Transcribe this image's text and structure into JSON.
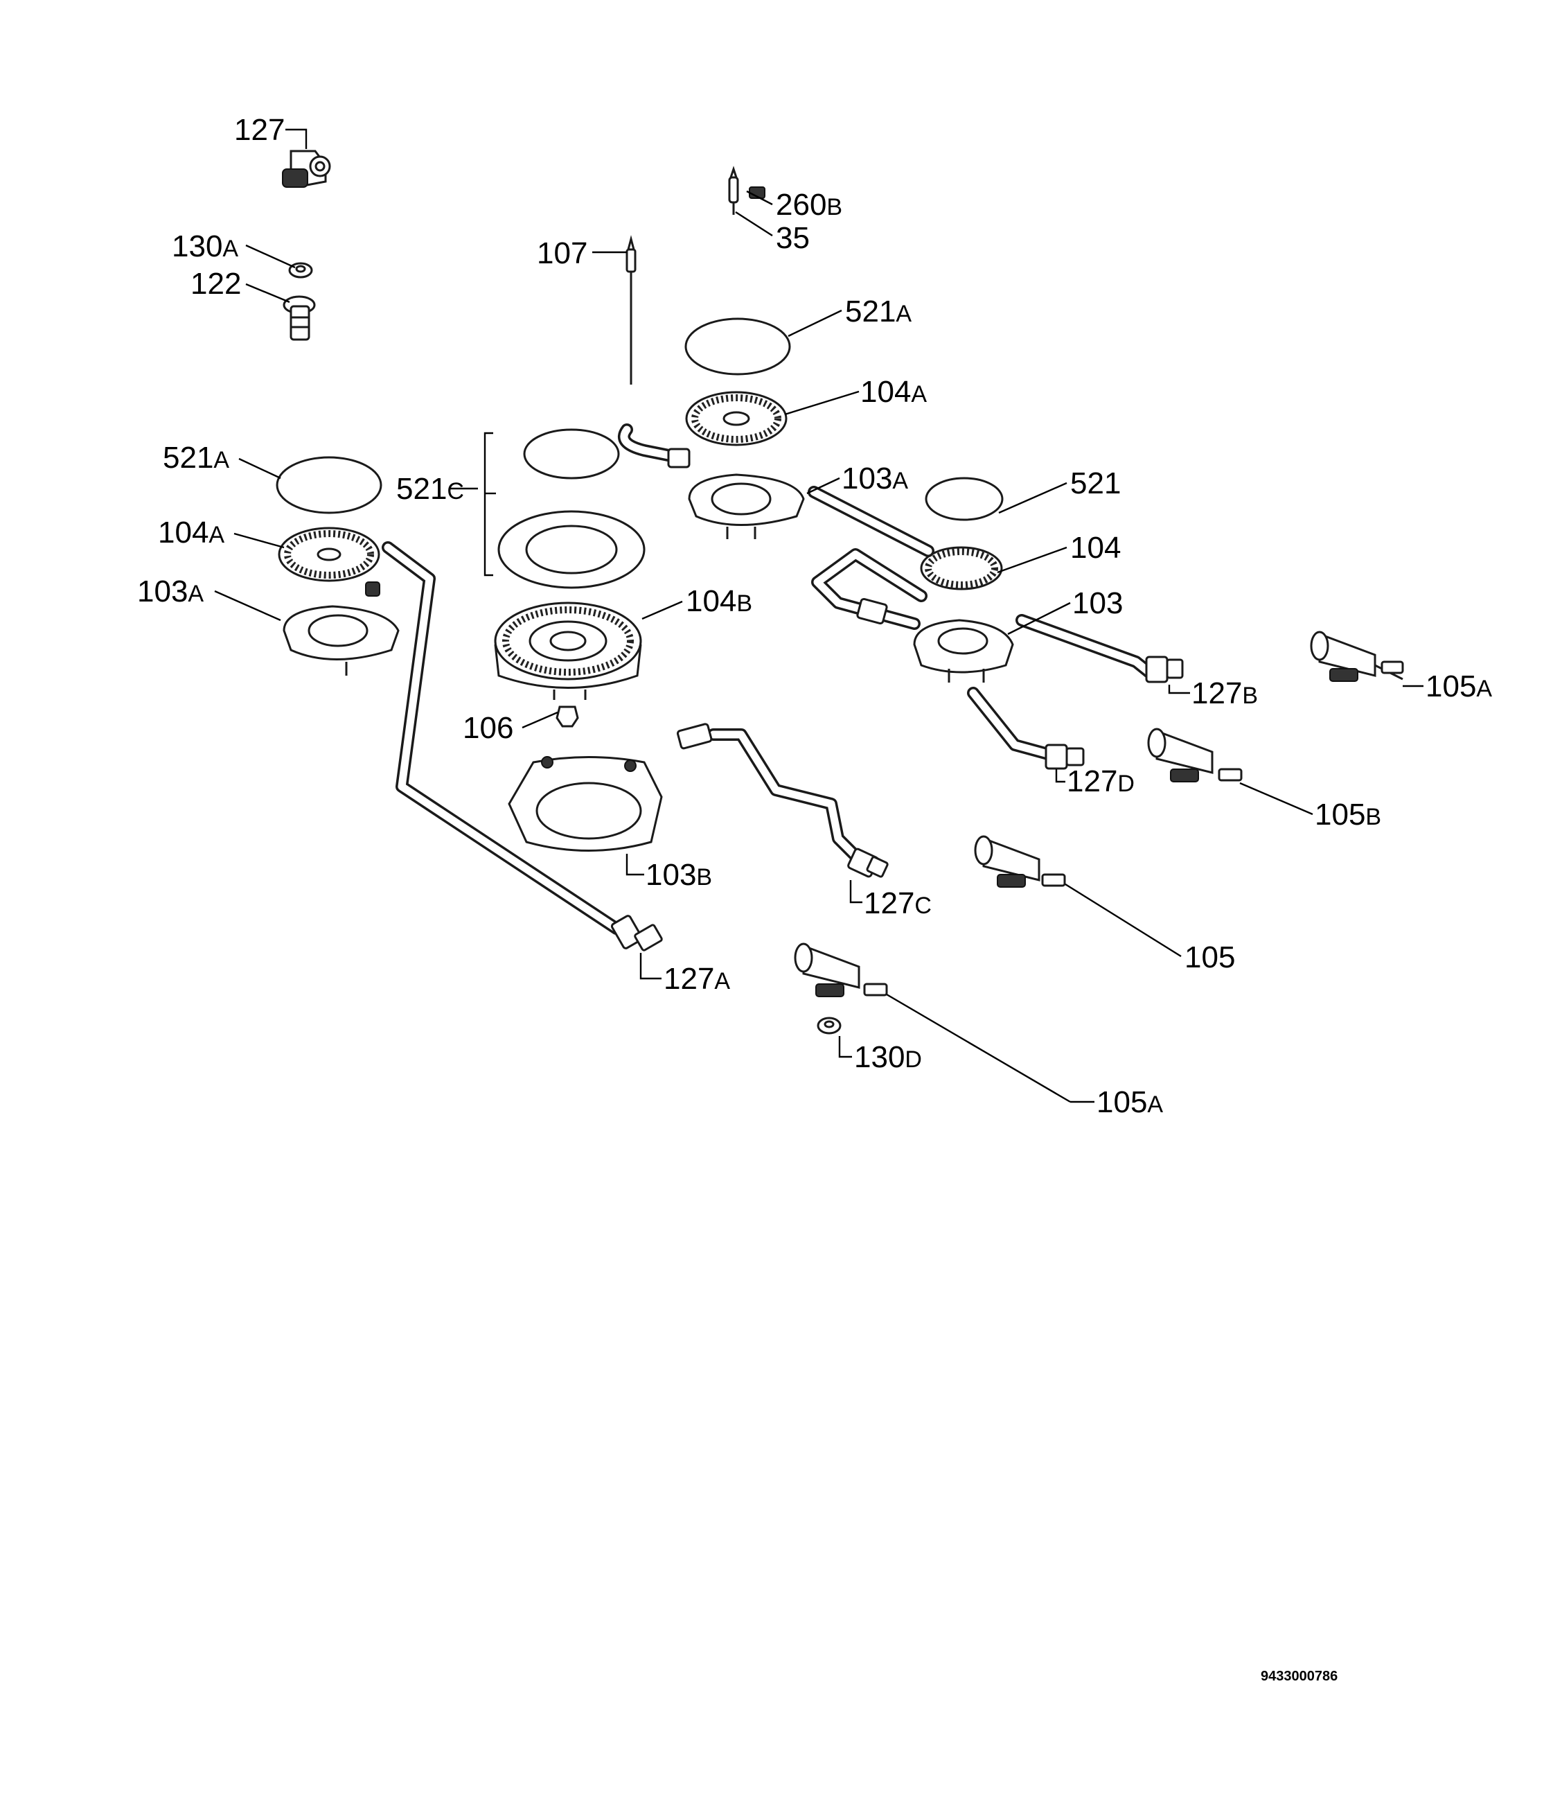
{
  "labels": {
    "l127": {
      "num": "127",
      "suf": ""
    },
    "l260B": {
      "num": "260",
      "suf": "B"
    },
    "l35": {
      "num": "35",
      "suf": ""
    },
    "l130A": {
      "num": "130",
      "suf": "A"
    },
    "l107": {
      "num": "107",
      "suf": ""
    },
    "l122": {
      "num": "122",
      "suf": ""
    },
    "l521A_top": {
      "num": "521",
      "suf": "A"
    },
    "l104A_top": {
      "num": "104",
      "suf": "A"
    },
    "l521A_left": {
      "num": "521",
      "suf": "A"
    },
    "l521C": {
      "num": "521",
      "suf": "C"
    },
    "l103A_mid": {
      "num": "103",
      "suf": "A"
    },
    "l521": {
      "num": "521",
      "suf": ""
    },
    "l104A_left": {
      "num": "104",
      "suf": "A"
    },
    "l104": {
      "num": "104",
      "suf": ""
    },
    "l103A_left": {
      "num": "103",
      "suf": "A"
    },
    "l104B": {
      "num": "104",
      "suf": "B"
    },
    "l103": {
      "num": "103",
      "suf": ""
    },
    "l105A_right": {
      "num": "105",
      "suf": "A"
    },
    "l127B": {
      "num": "127",
      "suf": "B"
    },
    "l106": {
      "num": "106",
      "suf": ""
    },
    "l127D": {
      "num": "127",
      "suf": "D"
    },
    "l105B": {
      "num": "105",
      "suf": "B"
    },
    "l103B": {
      "num": "103",
      "suf": "B"
    },
    "l127C": {
      "num": "127",
      "suf": "C"
    },
    "l105": {
      "num": "105",
      "suf": ""
    },
    "l127A": {
      "num": "127",
      "suf": "A"
    },
    "l130D": {
      "num": "130",
      "suf": "D"
    },
    "l105A_bottom": {
      "num": "105",
      "suf": "A"
    }
  },
  "document_id": "9433000786"
}
